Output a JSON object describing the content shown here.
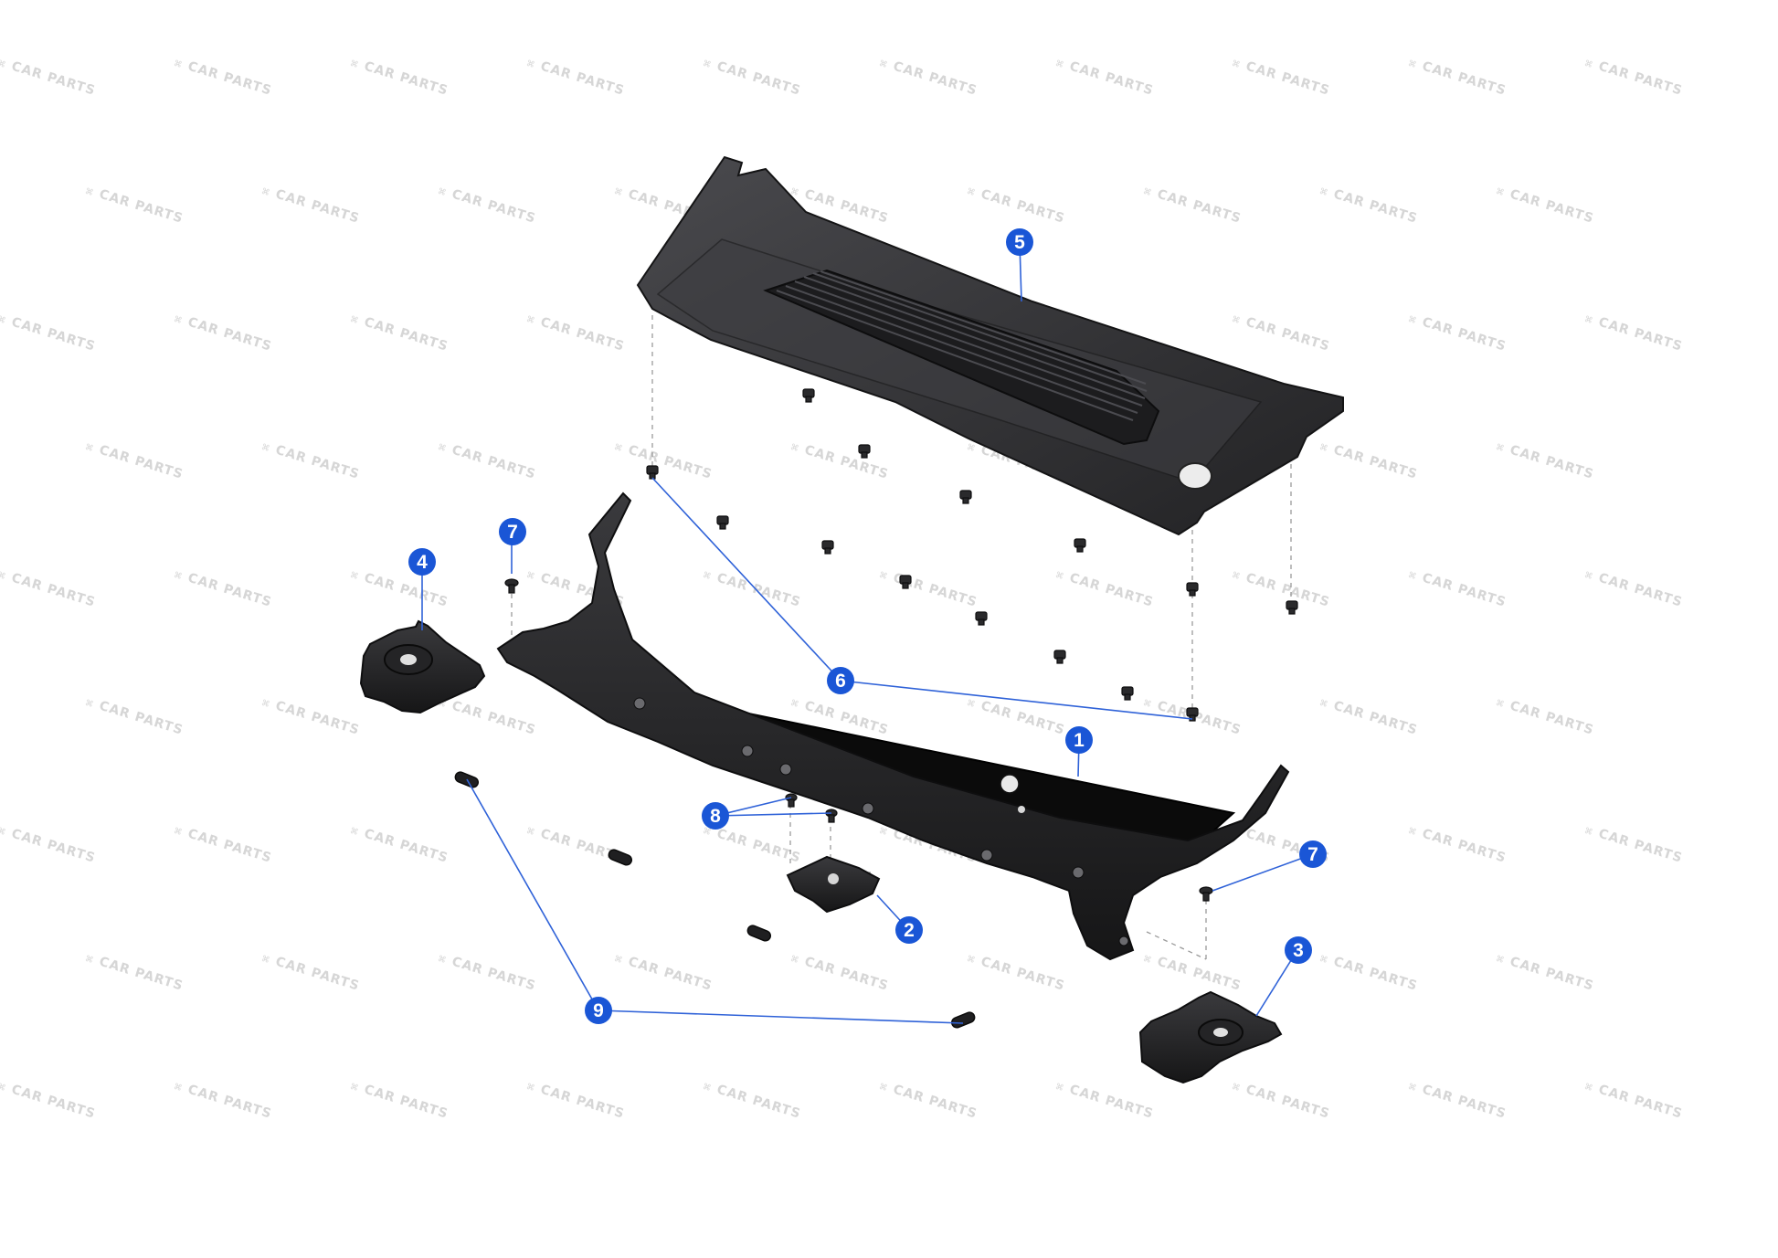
{
  "watermark": {
    "text": "CAR PARTS",
    "color": "#cfcfcf"
  },
  "colors": {
    "callout_fill": "#1a56d6",
    "leader_line": "#2f62d8",
    "part_fill": "#2b2b2d",
    "part_edge": "#111112",
    "part_highlight": "#5a5a5e"
  },
  "callouts": [
    {
      "label": "1",
      "part": "cowl-panel-bracket"
    },
    {
      "label": "2",
      "part": "center-mount"
    },
    {
      "label": "3",
      "part": "right-mount"
    },
    {
      "label": "4",
      "part": "left-mount"
    },
    {
      "label": "5",
      "part": "cowl-vent-grille"
    },
    {
      "label": "6",
      "part": "push-clip"
    },
    {
      "label": "7",
      "part": "bolt-left"
    },
    {
      "label": "7",
      "part": "bolt-right"
    },
    {
      "label": "8",
      "part": "center-bolts"
    },
    {
      "label": "9",
      "part": "rubber-grommets"
    }
  ]
}
